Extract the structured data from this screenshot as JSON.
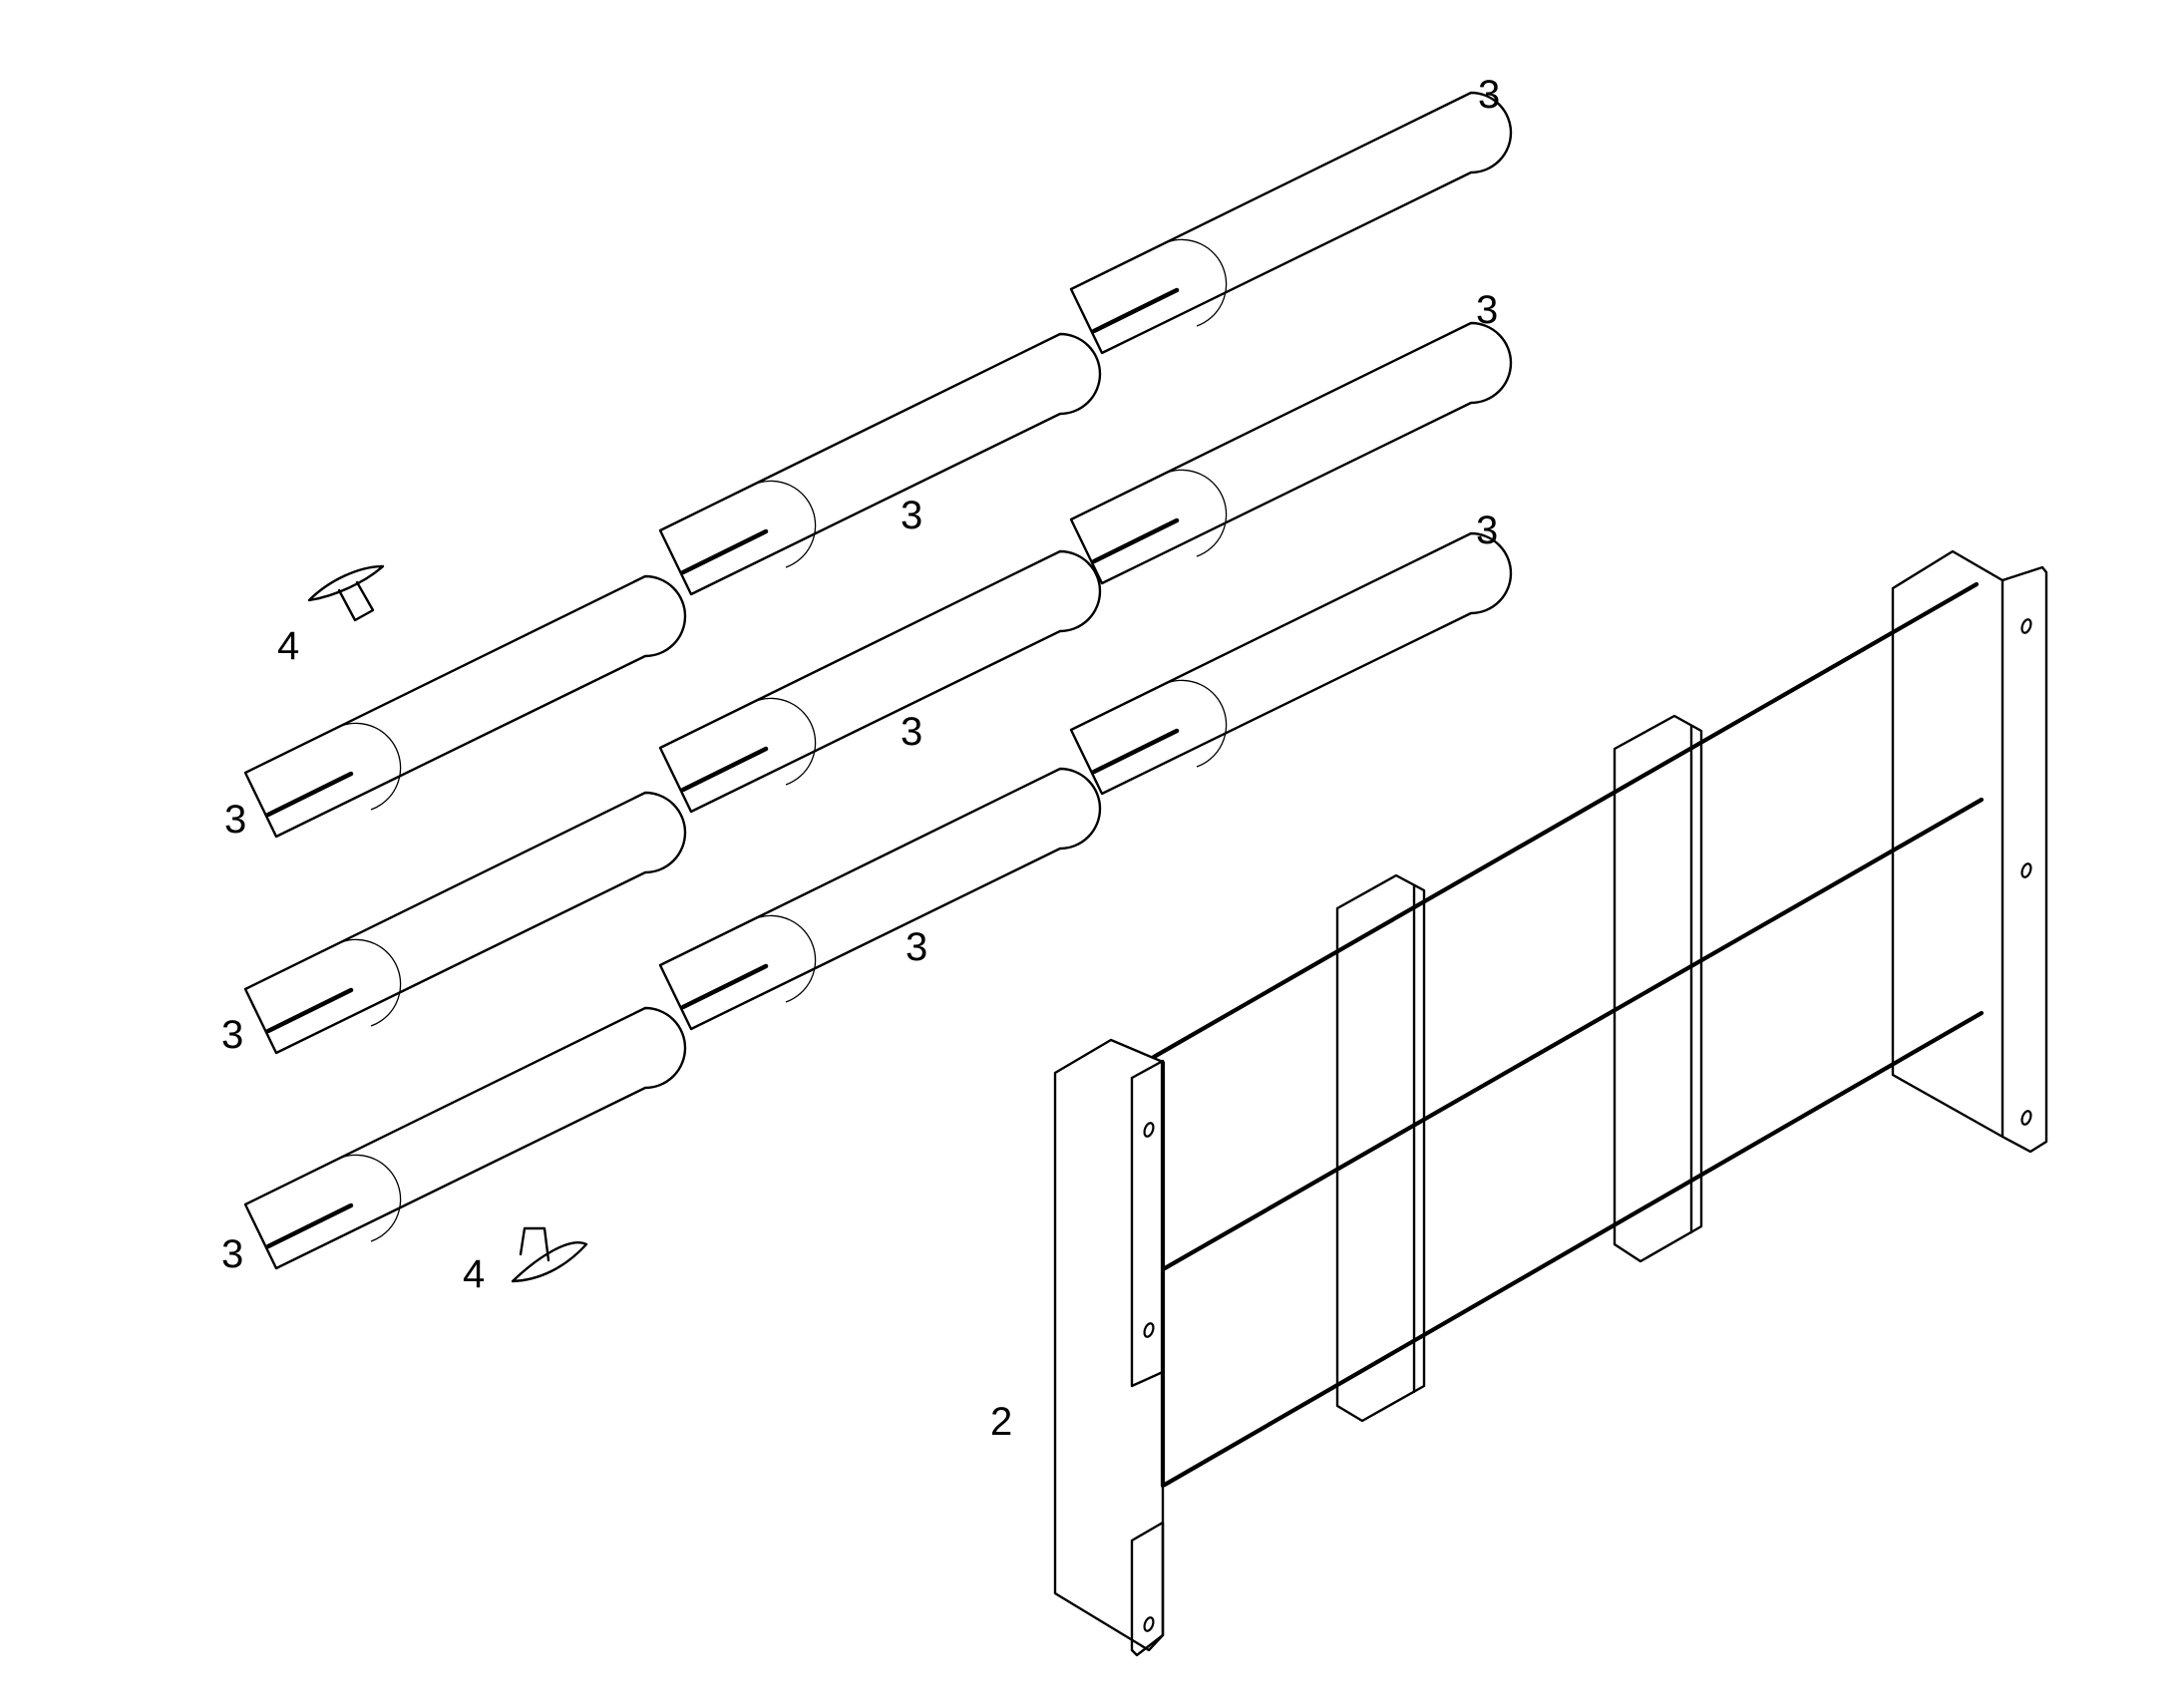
{
  "figure": {
    "callouts": {
      "tube_top_right": "3",
      "tube_mid_right": "3",
      "tube_low_right": "3",
      "tube_top_center": "3",
      "tube_mid_center": "3",
      "tube_low_center": "3",
      "tube_top_left": "3",
      "tube_mid_left": "3",
      "tube_low_left": "3",
      "cap_top": "4",
      "cap_bottom": "4",
      "frame": "2"
    }
  }
}
